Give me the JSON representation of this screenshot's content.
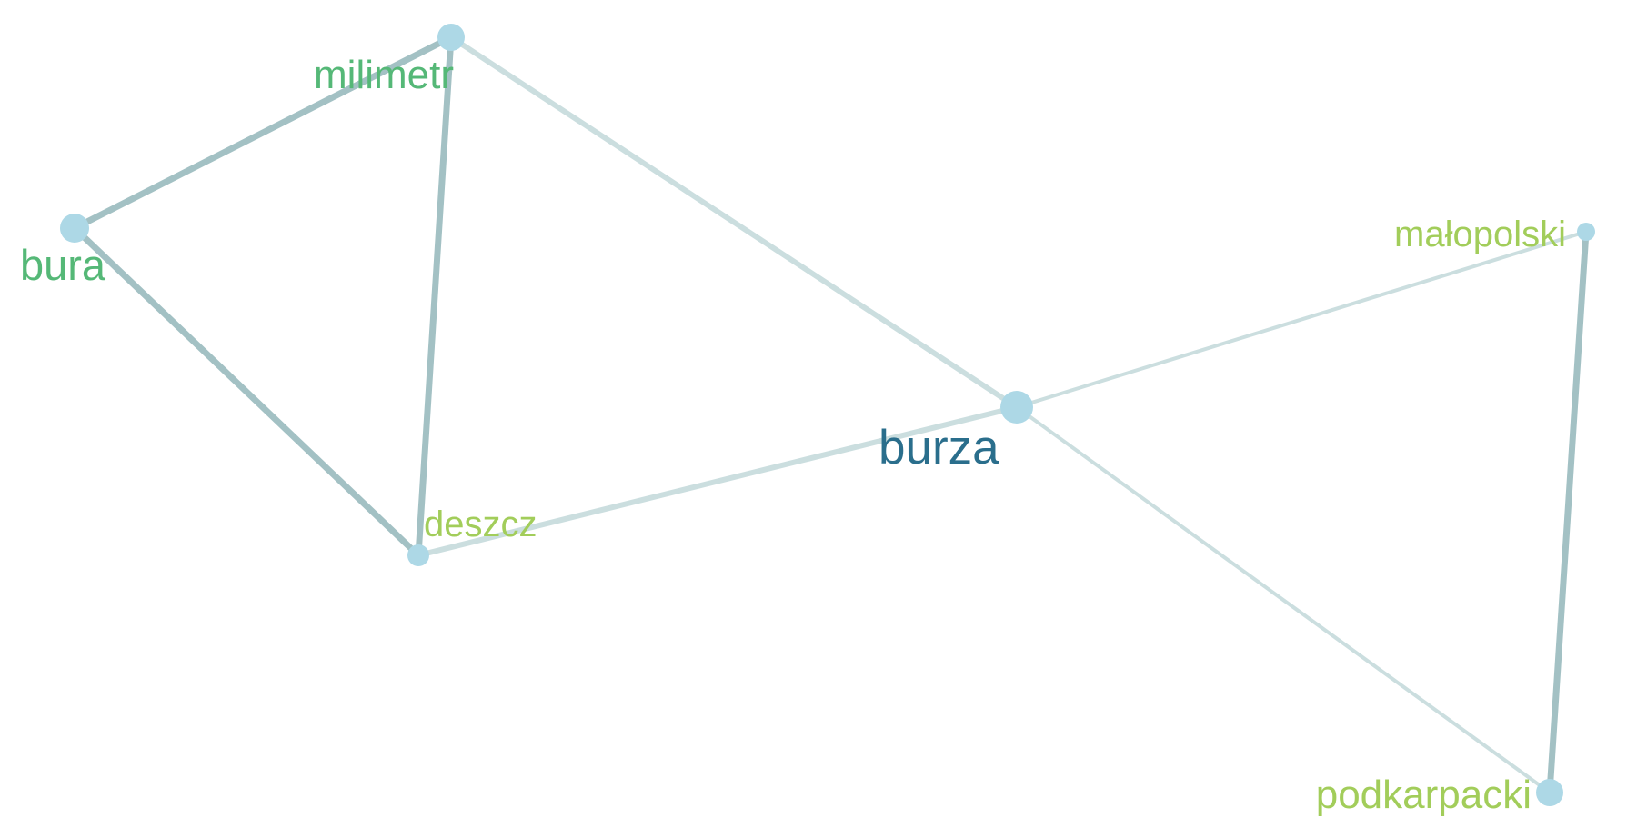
{
  "graph": {
    "node_fill": "#ADD8E6",
    "color_groups": {
      "dark": "#2A6E8C",
      "green": "#55B877",
      "lime": "#A2CD5A"
    },
    "nodes": [
      {
        "id": "milimetr",
        "label": "milimetr",
        "color_group": "green"
      },
      {
        "id": "bura",
        "label": "bura",
        "color_group": "green"
      },
      {
        "id": "burza",
        "label": "burza",
        "color_group": "dark"
      },
      {
        "id": "deszcz",
        "label": "deszcz",
        "color_group": "lime"
      },
      {
        "id": "malopolski",
        "label": "małopolski",
        "color_group": "lime"
      },
      {
        "id": "podkarpacki",
        "label": "podkarpacki",
        "color_group": "lime"
      }
    ],
    "edges": [
      {
        "source": "milimetr",
        "target": "bura",
        "weight": "strong"
      },
      {
        "source": "bura",
        "target": "deszcz",
        "weight": "strong"
      },
      {
        "source": "milimetr",
        "target": "deszcz",
        "weight": "strong"
      },
      {
        "source": "milimetr",
        "target": "burza",
        "weight": "medium"
      },
      {
        "source": "deszcz",
        "target": "burza",
        "weight": "medium"
      },
      {
        "source": "burza",
        "target": "malopolski",
        "weight": "light"
      },
      {
        "source": "burza",
        "target": "podkarpacki",
        "weight": "light"
      },
      {
        "source": "malopolski",
        "target": "podkarpacki",
        "weight": "strong"
      }
    ]
  }
}
